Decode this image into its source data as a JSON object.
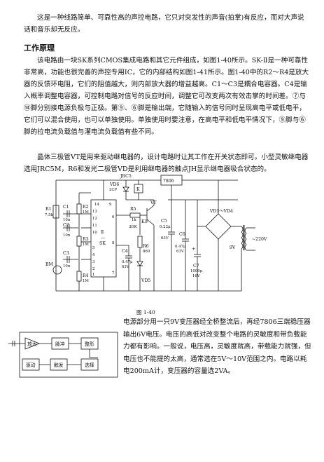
{
  "intro": "这是一种线路简单、可靠性高的声控电路，它只对突发性的声音(拍掌)有反应，而对大声说话和音乐却无反应。",
  "heading": "工作原理",
  "para1": "该电路由一块SK系列CMOS集成电路和其它元件组成，如图1-40所示。SK-Ⅱ是一种可靠性非常高，功能也很完善的声控专用IC，它的内部结构如图1-41所示。图1-40中的R2～R4是放大器的反馈环电阻，它们的阻值越大，则内部放大器的增益越高。C1～C3是耦合电容器。C4是输入概率调整电容器，可控制电路对信号的反应时间，调整它可改变两次有效击掌的时间差。⑦与⑭脚分别接电源负极与正极。第⑨、⑥脚是输出端，它随输入的信号同时呈现高电平或低电平，它们可以混合使用，也可以单独使用。单独使用时要注意，在高电平和低电平情况下，⑨脚与⑥脚的拉电流负载值与灌电流负载值有些不同。",
  "para2": "晶体三极管VT是用来驱动继电器的，设计电路时让其工作在开关状态即可。小型灵敏继电器选用JRC5M，R6和发光二极管VD是利用继电器的触点JH显示继电器吸合状态的。",
  "figure_caption": "图 1-40",
  "para3": "电源部分用一只9V变压器经全桥整流后，再经7806三端稳压器输出6V电压。电压的高低对改变整个电路的灵敏度和带负载能力都有影响。一般说，电压高，灵敏度就高，带载能力就强，但电压也不能提的太高，通常选在5V～10V范围之内。电路以耗电200mA计，变压器的容量选2VA。",
  "schematic": {
    "regulator": "7806",
    "jrc": "JRC5",
    "k": "K",
    "vd6": "VD6",
    "vd6_type": "2CP",
    "r1": "R1",
    "r1_val": "7.5k",
    "c1": "C1",
    "c1_val": "10n",
    "r2": "R2",
    "r2_val": "1M",
    "c2": "C2",
    "c2_val": "10n",
    "r3": "R3",
    "r3_val": "1M",
    "c3": "C3",
    "c3_val": "10n",
    "r4": "R4",
    "r4_val": "1M",
    "ic": "Ⅱ",
    "ic_dash": "—",
    "ic_sk": "SK",
    "pin14": "14",
    "pin9": "9",
    "pin13": "13",
    "pin12": "12",
    "pin11": "11",
    "pin10": "10",
    "pin6": "6",
    "pin8": "8",
    "pin7": "7",
    "pin5": "5",
    "pin4": "4",
    "pin3": "3",
    "pin2": "2",
    "pin1": "1",
    "c4": "C4",
    "c4_val": "0.47μ",
    "c4_v": "63V",
    "r5": "R5",
    "r5_val": "1k",
    "vt": "VT",
    "k1": "K1",
    "vt_type": "3DK",
    "r6": "R6",
    "r6_val": "860",
    "vd5": "VD5",
    "c5": "C5",
    "c5_val": "0.22μ",
    "c5_v": "63V",
    "c6": "C6",
    "c6_val": "0.47μ",
    "c6_v": "63V",
    "c7": "C7",
    "c7_val": "1000μ",
    "c7_v": "16V",
    "bridge": "VD1～VD4",
    "v9": "9V",
    "v220": "~220V",
    "bm": "BM",
    "plus": "+"
  },
  "block": {
    "amp": "放大",
    "shape": "整形",
    "pulse": "脉冲",
    "drive": "驱动",
    "trigger": "触发",
    "select": "选择"
  }
}
